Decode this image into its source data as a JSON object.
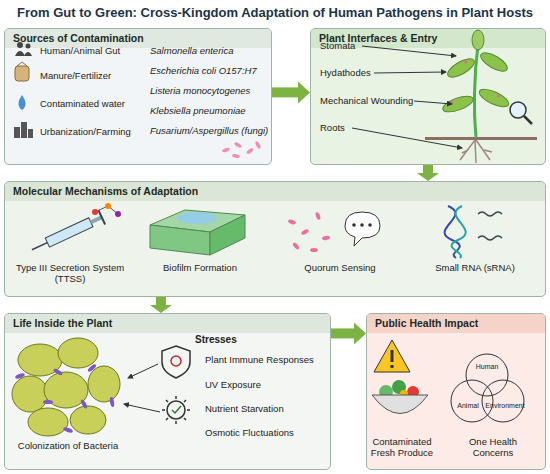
{
  "diagram": {
    "title": "From Gut to Green: Cross-Kingdom Adaptation of Human Pathogens in Plant Hosts",
    "nodes": [
      {
        "text": [
          "Sources of Contamination"
        ]
      },
      {
        "text": [
          "Plant Interfaces & Entry"
        ]
      },
      {
        "text": [
          "Molecular Mechanisms of Adaptation"
        ]
      },
      {
        "text": [
          "Life Inside the Plant"
        ]
      },
      {
        "text": [
          "Public Health Impact"
        ]
      }
    ],
    "edges": [
      {
        "from": 0,
        "to": 1,
        "arrow": "to"
      },
      {
        "from": 1,
        "to": 2,
        "arrow": "to"
      },
      {
        "from": 2,
        "to": 3,
        "arrow": "to"
      },
      {
        "from": 3,
        "to": 4,
        "arrow": "to"
      }
    ],
    "labels": [
      "Human/Animal Gut",
      "Salmonella enterica",
      "Manure/Fertilizer",
      "Escherichia coli O157:H7",
      "Listeria monocytogenes",
      "Contaminated water",
      "Klebsiella pneumoniae",
      "Urbanization/Farming",
      "Fusarium/Aspergillus (fungi)",
      "Stomata",
      "Hydathodes",
      "Mechanical Wounding",
      "Roots",
      "Type III Secretion System (TTSS)",
      "Biofilm Formation",
      "Quorum Sensing",
      "Small RNA (sRNA)",
      "Colonization of Bacteria",
      "Stresses",
      "Plant Immune Responses",
      "UV Exposure",
      "Nutrient Starvation",
      "Osmotic Fluctuations",
      "Human",
      "Animal",
      "Environment",
      "Contaminated Fresh Produce",
      "One Health Concerns"
    ]
  }
}
